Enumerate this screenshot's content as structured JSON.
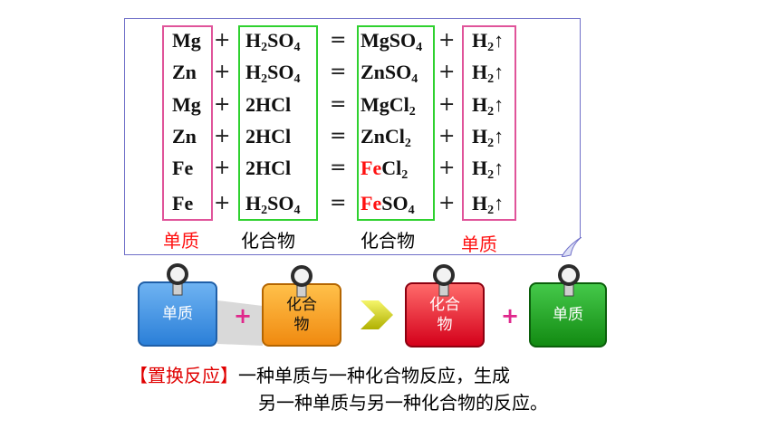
{
  "equations": [
    {
      "a": "Mg",
      "b_pre": "H",
      "b_sub1": "2",
      "b_mid": "SO",
      "b_sub2": "4",
      "c_red": "",
      "c_pre": "MgSO",
      "c_sub": "4",
      "c_post": "",
      "d": "H",
      "d_sub": "2",
      "arrow": "↑"
    },
    {
      "a": "Zn",
      "b_pre": "H",
      "b_sub1": "2",
      "b_mid": "SO",
      "b_sub2": "4",
      "c_red": "",
      "c_pre": "ZnSO",
      "c_sub": "4",
      "c_post": "",
      "d": "H",
      "d_sub": "2",
      "arrow": "↑"
    },
    {
      "a": "Mg",
      "b_pre": "2HCl",
      "b_sub1": "",
      "b_mid": "",
      "b_sub2": "",
      "c_red": "",
      "c_pre": "MgCl",
      "c_sub": "2",
      "c_post": "",
      "d": "H",
      "d_sub": "2",
      "arrow": "↑"
    },
    {
      "a": "Zn",
      "b_pre": "2HCl",
      "b_sub1": "",
      "b_mid": "",
      "b_sub2": "",
      "c_red": "",
      "c_pre": "ZnCl",
      "c_sub": "2",
      "c_post": "",
      "d": "H",
      "d_sub": "2",
      "arrow": "↑"
    },
    {
      "a": "Fe",
      "b_pre": "2HCl",
      "b_sub1": "",
      "b_mid": "",
      "b_sub2": "",
      "c_red": "Fe",
      "c_pre": "Cl",
      "c_sub": "2",
      "c_post": "",
      "d": "H",
      "d_sub": "2",
      "arrow": "↑"
    },
    {
      "a": "Fe",
      "b_pre": "H",
      "b_sub1": "2",
      "b_mid": "SO",
      "b_sub2": "4",
      "c_red": "Fe",
      "c_pre": "SO",
      "c_sub": "4",
      "c_post": "",
      "d": "H",
      "d_sub": "2",
      "arrow": "↑"
    }
  ],
  "symbols": {
    "plus": "+",
    "equals": "="
  },
  "labels": {
    "col1": "单质",
    "col2": "化合物",
    "col3": "化合物",
    "col4": "单质"
  },
  "tiles": {
    "t1": "单质",
    "t2a": "化合",
    "t2b": "物",
    "t3a": "化合",
    "t3b": "物",
    "t4": "单质",
    "plus": "+"
  },
  "definition": {
    "title": "【置换反应】",
    "line1": "一种单质与一种化合物反应，生成",
    "line2": "另一种单质与另一种化合物的反应。"
  },
  "colors": {
    "pink": "#e0549a",
    "green": "#2fd12f",
    "red": "#ff1010",
    "blue": "#3a8fe0",
    "orange": "#f39a1a",
    "crimson": "#e8101e",
    "darkgreen": "#1aa61a"
  }
}
